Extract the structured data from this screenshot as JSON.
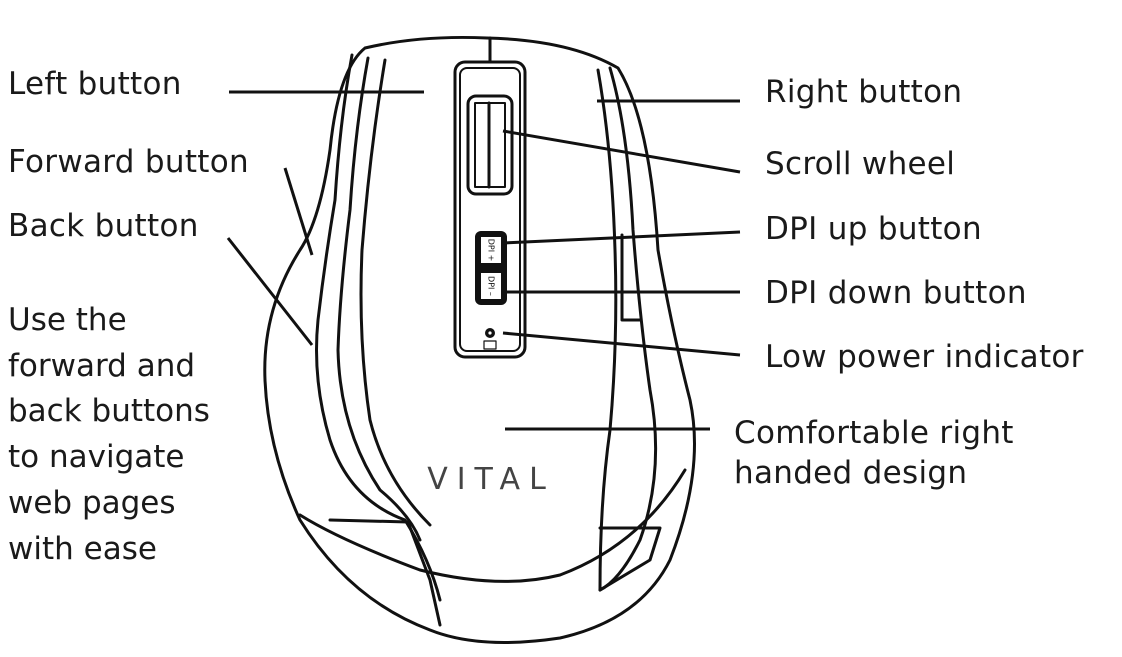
{
  "labels": {
    "left_button": "Left button",
    "forward_button": "Forward button",
    "back_button": "Back button",
    "right_button": "Right button",
    "scroll_wheel": "Scroll wheel",
    "dpi_up": "DPI up button",
    "dpi_down": "DPI down button",
    "low_power": "Low power indicator",
    "design_line1": "Comfortable right",
    "design_line2": "handed design"
  },
  "note_lines": [
    "Use the",
    "forward and",
    "back buttons",
    "to navigate",
    "web pages",
    "with ease"
  ],
  "mouse": {
    "brand": "VITAL",
    "dpi_up_key": "DPI +",
    "dpi_down_key": "DPI –"
  },
  "colors": {
    "line": "#111111",
    "background": "#ffffff"
  }
}
